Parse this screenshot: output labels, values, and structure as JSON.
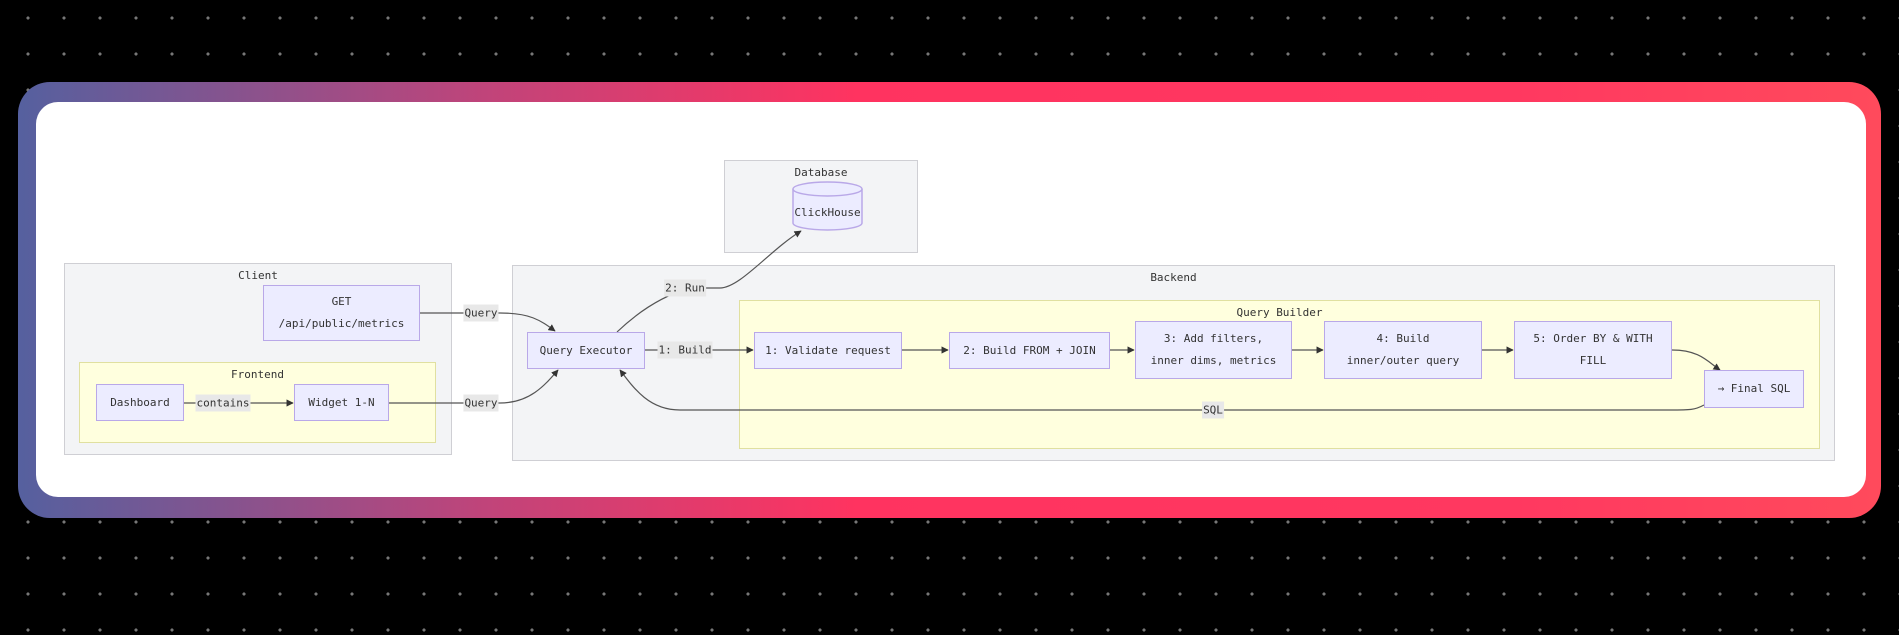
{
  "clusters": {
    "database": "Database",
    "client": "Client",
    "frontend": "Frontend",
    "backend": "Backend",
    "query_builder": "Query Builder"
  },
  "nodes": {
    "clickhouse": "ClickHouse",
    "get_endpoint": "GET\n/api/public/metrics",
    "dashboard": "Dashboard",
    "widget": "Widget 1-N",
    "query_executor": "Query Executor",
    "step1": "1: Validate request",
    "step2": "2: Build FROM + JOIN",
    "step3": "3: Add filters,\ninner dims, metrics",
    "step4": "4: Build\ninner/outer query",
    "step5": "5: Order BY & WITH\nFILL",
    "final_sql": "→ Final SQL"
  },
  "edges": {
    "get_query": "Query",
    "widget_query": "Query",
    "contains": "contains",
    "build": "1: Build",
    "run": "2: Run",
    "sql": "SQL"
  },
  "colors": {
    "node_fill": "#ececff",
    "node_border": "#b9a8e8",
    "cluster_fill": "#f3f4f6",
    "subcluster_fill": "#ffffde",
    "frame_start": "#55609f",
    "frame_end": "#ff3860"
  }
}
